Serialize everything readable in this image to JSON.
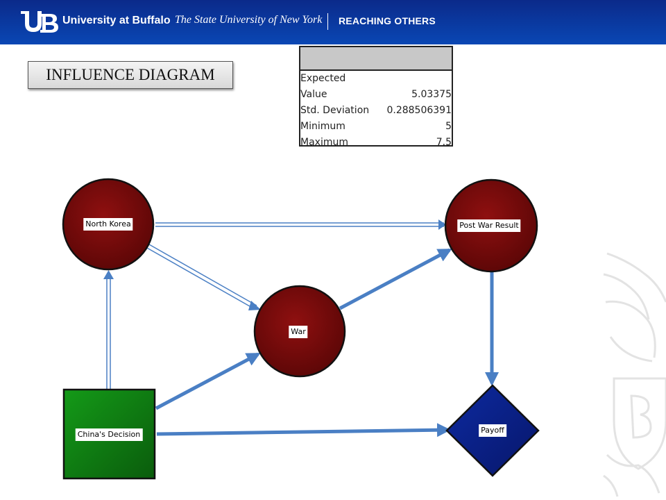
{
  "banner": {
    "name": "University at Buffalo",
    "subtitle": "The State University of New York",
    "tagline": "REACHING OTHERS"
  },
  "slide_title": "INFLUENCE DIAGRAM",
  "stats": {
    "rows": [
      {
        "label": "Expected",
        "value": ""
      },
      {
        "label": "Value",
        "value": "5.03375"
      },
      {
        "label": "Std. Deviation",
        "value": "0.288506391"
      },
      {
        "label": "Minimum",
        "value": "5"
      },
      {
        "label": "Maximum",
        "value": "7.5"
      }
    ]
  },
  "nodes": {
    "north_korea": "North Korea",
    "post_war": "Post War Result",
    "war": "War",
    "china": "China's Decision",
    "payoff": "Payoff"
  },
  "colors": {
    "banner": "#0a3fa8",
    "chance_node": "#7a0a0a",
    "decision_node": "#0f7a10",
    "value_node": "#0b1f8c",
    "arrow": "#4a7fc4"
  }
}
